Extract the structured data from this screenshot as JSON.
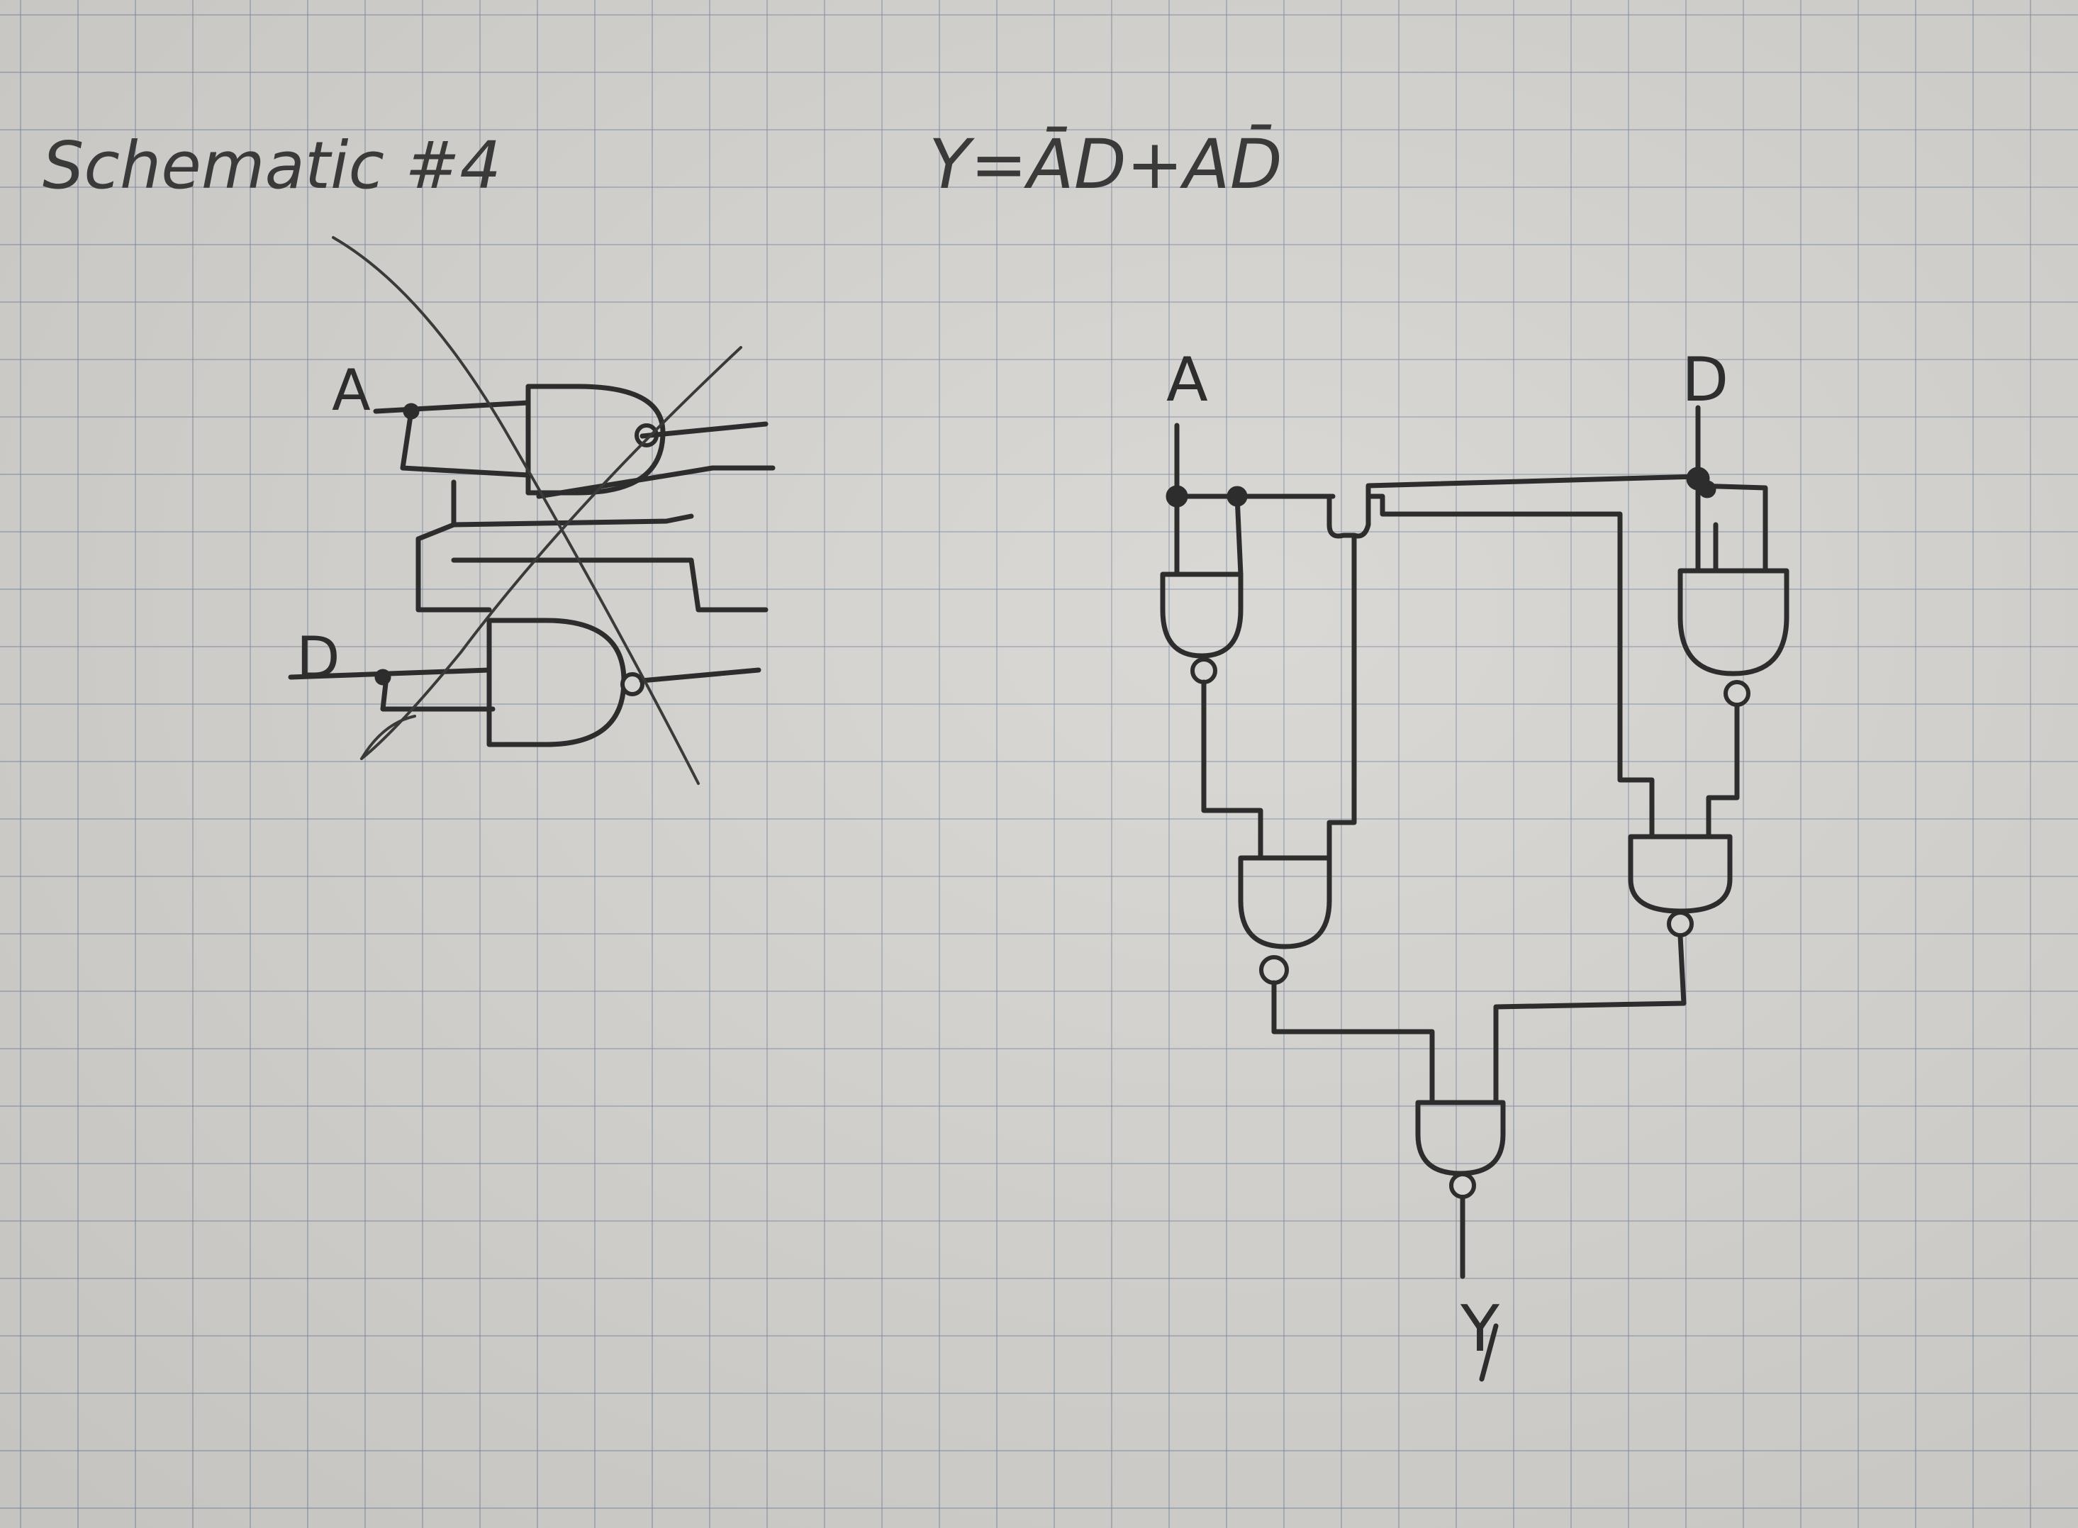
{
  "page": {
    "title": "Schematic #4",
    "equation": "Y=ĀD+AD̄"
  },
  "crossed_out_sketch": {
    "input_a": "A",
    "input_d": "D"
  },
  "circuit": {
    "input_a": "A",
    "input_d": "D",
    "output_y": "Y",
    "gate_type": "nand"
  },
  "colors": {
    "paper": "#d6d4d0",
    "grid": "#7887a0",
    "ink": "#2d2d2d"
  }
}
